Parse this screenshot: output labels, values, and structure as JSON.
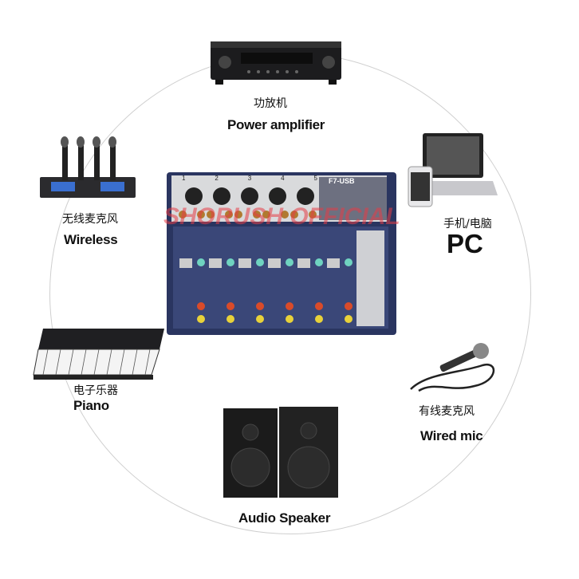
{
  "devices": {
    "amplifier": {
      "cn": "功放机",
      "en": "Power amplifier"
    },
    "wireless": {
      "cn": "无线麦克风",
      "en": "Wireless"
    },
    "pc": {
      "cn": "手机/电脑",
      "en": "PC"
    },
    "piano": {
      "cn": "电子乐器",
      "en": "Piano"
    },
    "wired_mic": {
      "cn": "有线麦克风",
      "en": "Wired mic"
    },
    "speaker": {
      "en": "Audio Speaker"
    }
  },
  "mixer": {
    "model": "F7-USB",
    "channels": [
      "1",
      "2",
      "3",
      "4",
      "5"
    ]
  },
  "watermark": "SHORUSH OFFICIAL",
  "colors": {
    "mixer_body": "#2a3560",
    "watermark": "#e63c46"
  }
}
